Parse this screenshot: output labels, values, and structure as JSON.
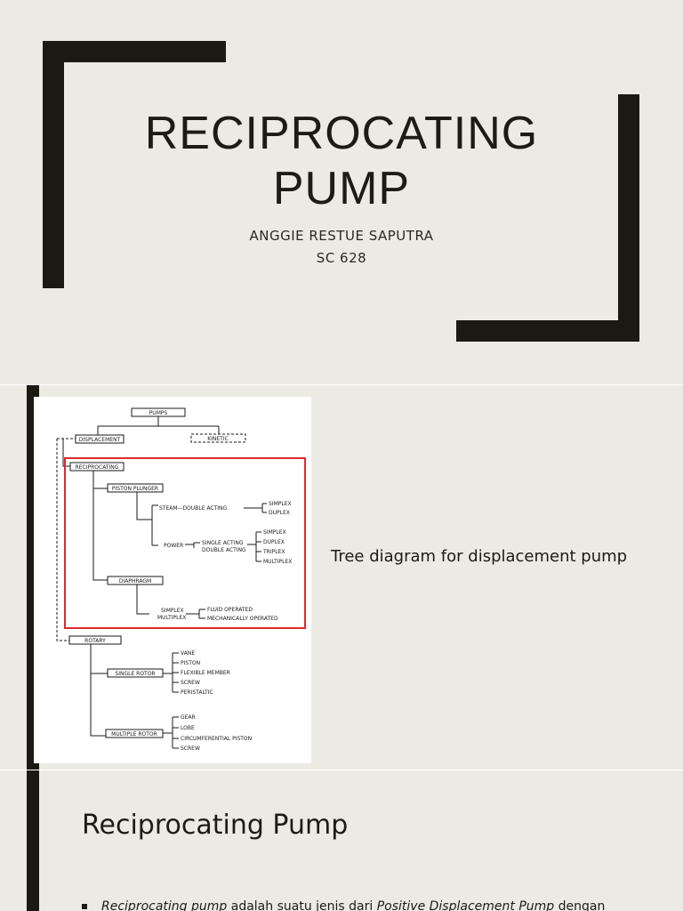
{
  "slide1": {
    "title_line1": "RECIPROCATING",
    "title_line2": "PUMP",
    "author": "ANGGIE RESTUE SAPUTRA",
    "code": "SC 628"
  },
  "slide2": {
    "caption": "Tree diagram for displacement pump",
    "tree": {
      "pumps": "PUMPS",
      "displacement": "DISPLACEMENT",
      "kinetic": "KINETIC",
      "reciprocating": "RECIPROCATING",
      "piston_plunger": "PISTON PLUNGER",
      "steam_double_acting": "STEAM—DOUBLE ACTING",
      "simplex_a": "SIMPLEX",
      "duplex_a": "DUPLEX",
      "power": "POWER",
      "single_acting": "SINGLE ACTING",
      "double_acting": "DOUBLE ACTING",
      "simplex_b": "SIMPLEX",
      "duplex_b": "DUPLEX",
      "triplex": "TRIPLEX",
      "multiplex_a": "MULTIPLEX",
      "diaphragm": "DIAPHRAGM",
      "simplex_c": "SIMPLEX",
      "multiplex_b": "MULTIPLEX",
      "fluid_operated": "FLUID OPERATED",
      "mechanically_operated": "MECHANICALLY OPERATED",
      "rotary": "ROTARY",
      "single_rotor": "SINGLE ROTOR",
      "vane": "VANE",
      "piston": "PISTON",
      "flexible_member": "FLEXIBLE MEMBER",
      "screw_a": "SCREW",
      "peristaltic": "PERISTALTIC",
      "multiple_rotor": "MULTIPLE ROTOR",
      "gear": "GEAR",
      "lobe": "LOBE",
      "circumferential_piston": "CIRCUMFERENTIAL PISTON",
      "screw_b": "SCREW"
    }
  },
  "slide3": {
    "heading": "Reciprocating Pump",
    "bullet_italic_1": "Reciprocating pump",
    "bullet_text_1": " adalah suatu jenis dari ",
    "bullet_italic_2": "Positive Displacement Pump",
    "bullet_text_2": " dengan"
  },
  "colors": {
    "background": "#ecebe3",
    "dark": "#1a1a12",
    "highlight": "#e0292b"
  }
}
